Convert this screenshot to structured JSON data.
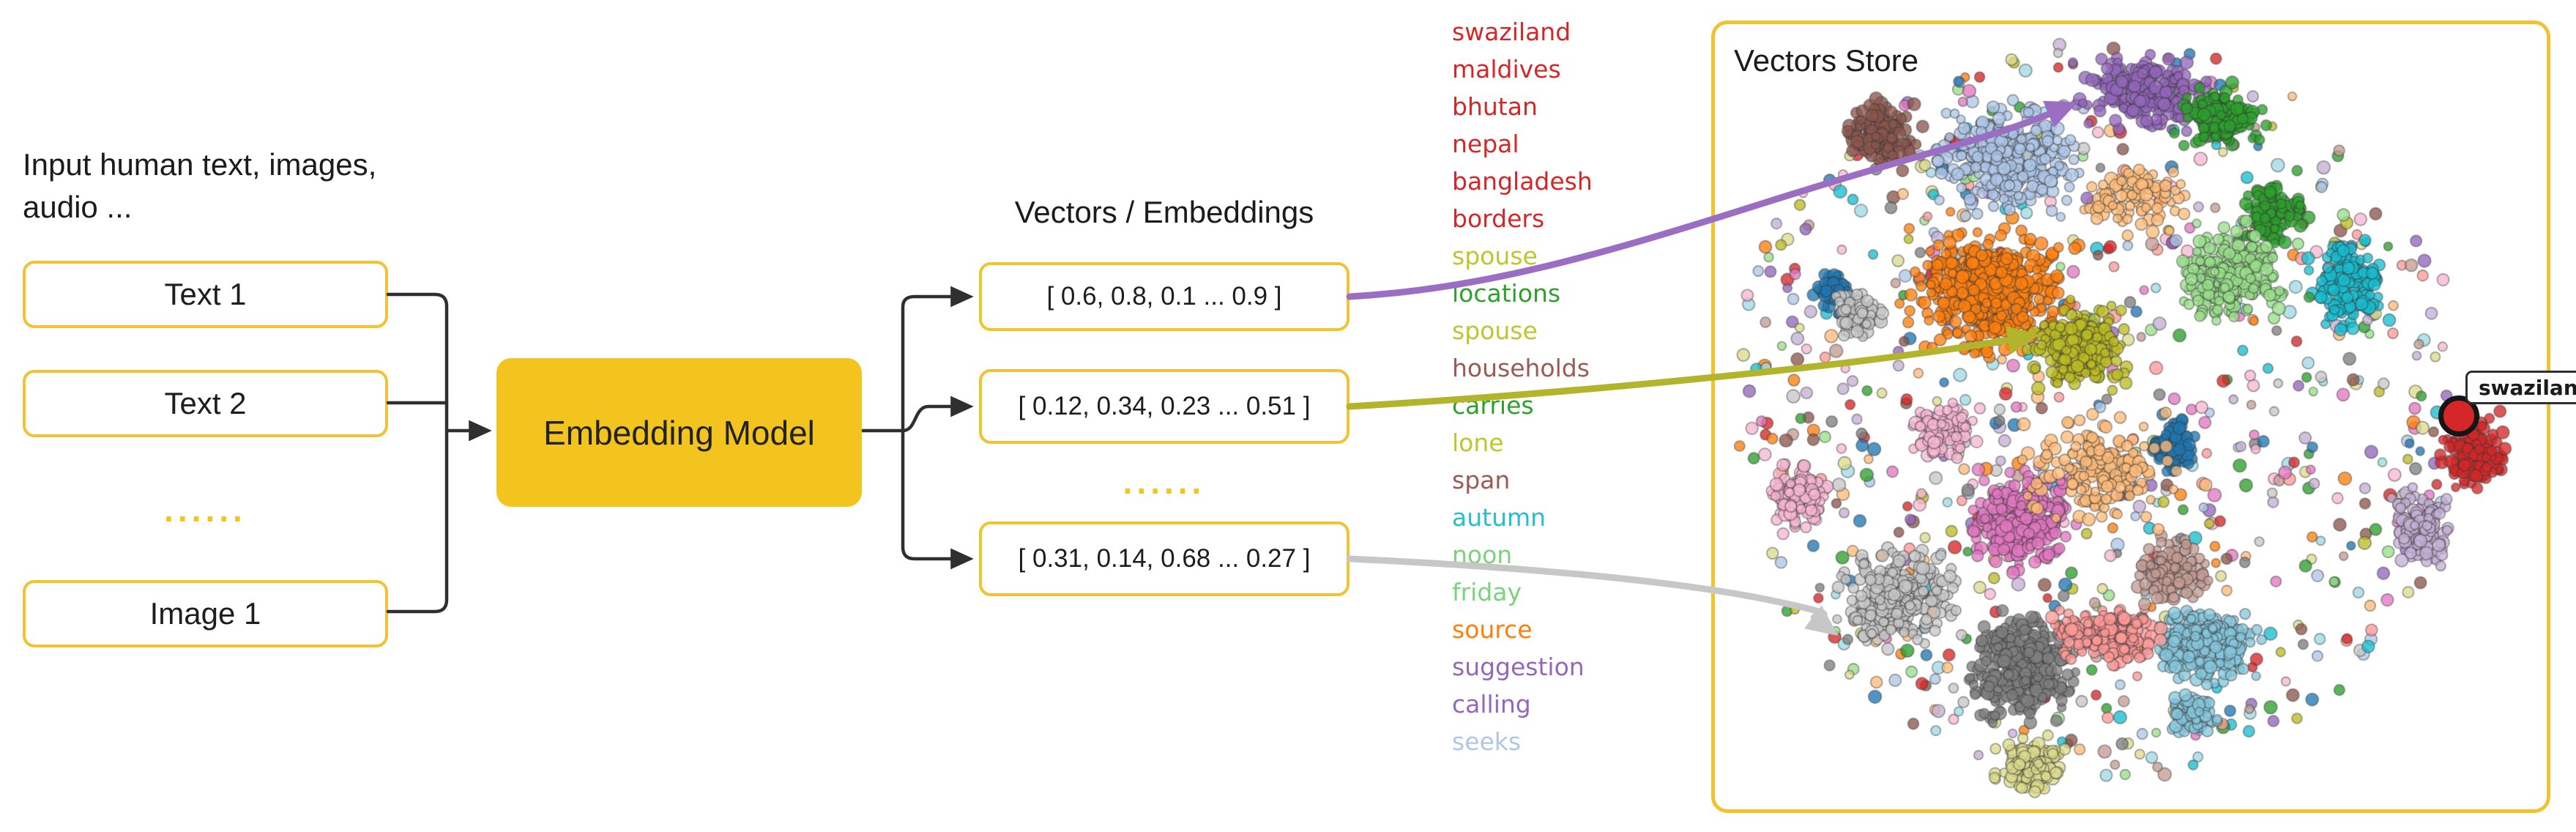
{
  "colors": {
    "accent_yellow_fill": "#F4C41E",
    "accent_yellow_border": "#F2C330",
    "connector_dark": "#2F2F2F",
    "arrow_purple": "#9B6EC3",
    "arrow_olive": "#B2B52B",
    "arrow_gray": "#C7C7C7",
    "highlight_red": "#D62728"
  },
  "input": {
    "caption": "Input human text, images,\naudio ...",
    "items": [
      {
        "label": "Text 1",
        "type": "box"
      },
      {
        "label": "Text 2",
        "type": "box"
      },
      {
        "label": "......",
        "type": "dots"
      },
      {
        "label": "Image 1",
        "type": "box"
      }
    ]
  },
  "model": {
    "label": "Embedding Model"
  },
  "vectors": {
    "title": "Vectors / Embeddings",
    "items": [
      {
        "label": "[ 0.6, 0.8, 0.1 ... 0.9 ]",
        "type": "box"
      },
      {
        "label": "[ 0.12, 0.34, 0.23 ... 0.51 ]",
        "type": "box"
      },
      {
        "label": "......",
        "type": "dots"
      },
      {
        "label": "[ 0.31, 0.14, 0.68 ... 0.27 ]",
        "type": "box"
      }
    ]
  },
  "word_list": [
    {
      "text": "swaziland",
      "color": "#d62728"
    },
    {
      "text": "maldives",
      "color": "#d62728"
    },
    {
      "text": "bhutan",
      "color": "#d62728"
    },
    {
      "text": "nepal",
      "color": "#d62728"
    },
    {
      "text": "bangladesh",
      "color": "#d62728"
    },
    {
      "text": "borders",
      "color": "#d62728"
    },
    {
      "text": "spouse",
      "color": "#bdc62e"
    },
    {
      "text": "locations",
      "color": "#2da12c"
    },
    {
      "text": "spouse",
      "color": "#bdc62e"
    },
    {
      "text": "households",
      "color": "#9d5a52"
    },
    {
      "text": "carries",
      "color": "#2da12c"
    },
    {
      "text": "lone",
      "color": "#bdc62e"
    },
    {
      "text": "span",
      "color": "#9d5a52"
    },
    {
      "text": "autumn",
      "color": "#25bfd0"
    },
    {
      "text": "noon",
      "color": "#7ed17e"
    },
    {
      "text": "friday",
      "color": "#7ed17e"
    },
    {
      "text": "source",
      "color": "#ff7f0e"
    },
    {
      "text": "suggestion",
      "color": "#9467bd"
    },
    {
      "text": "calling",
      "color": "#9467bd"
    },
    {
      "text": "seeks",
      "color": "#aec7e8"
    }
  ],
  "store": {
    "title": "Vectors Store",
    "tooltip": "swaziland"
  },
  "scatter": {
    "seed": 42,
    "dot_radius": 7.2,
    "noise": {
      "n": 820,
      "cx": 0.46,
      "cy": 0.49,
      "rx": 0.445,
      "ry": 0.475,
      "palette": [
        "#aec7e8",
        "#1f77b4",
        "#ff7f0e",
        "#ffbb78",
        "#2ca02c",
        "#98df8a",
        "#d62728",
        "#ff9896",
        "#9467bd",
        "#c5b0d5",
        "#8c564b",
        "#c49c94",
        "#e377c2",
        "#f7b6d2",
        "#7f7f7f",
        "#c7c7c7",
        "#bcbd22",
        "#dbdb8d",
        "#17becf",
        "#9edae5"
      ]
    },
    "clusters": [
      {
        "c": "#aec7e8",
        "x": 0.35,
        "y": 0.17,
        "rx": 0.11,
        "ry": 0.09,
        "n": 300
      },
      {
        "c": "#8c564b",
        "x": 0.2,
        "y": 0.14,
        "rx": 0.05,
        "ry": 0.06,
        "n": 150
      },
      {
        "c": "#9467bd",
        "x": 0.52,
        "y": 0.09,
        "rx": 0.1,
        "ry": 0.06,
        "n": 230
      },
      {
        "c": "#2ca02c",
        "x": 0.61,
        "y": 0.12,
        "rx": 0.06,
        "ry": 0.05,
        "n": 140
      },
      {
        "c": "#2ca02c",
        "x": 0.67,
        "y": 0.24,
        "rx": 0.05,
        "ry": 0.06,
        "n": 110
      },
      {
        "c": "#17becf",
        "x": 0.76,
        "y": 0.33,
        "rx": 0.055,
        "ry": 0.07,
        "n": 170
      },
      {
        "c": "#ff7f0e",
        "x": 0.33,
        "y": 0.34,
        "rx": 0.12,
        "ry": 0.1,
        "n": 460
      },
      {
        "c": "#bcbd22",
        "x": 0.44,
        "y": 0.41,
        "rx": 0.07,
        "ry": 0.065,
        "n": 280
      },
      {
        "c": "#98df8a",
        "x": 0.62,
        "y": 0.32,
        "rx": 0.085,
        "ry": 0.075,
        "n": 260
      },
      {
        "c": "#1f77b4",
        "x": 0.55,
        "y": 0.54,
        "rx": 0.032,
        "ry": 0.045,
        "n": 90
      },
      {
        "c": "#1f77b4",
        "x": 0.14,
        "y": 0.34,
        "rx": 0.03,
        "ry": 0.035,
        "n": 50
      },
      {
        "c": "#f7b6d2",
        "x": 0.1,
        "y": 0.6,
        "rx": 0.05,
        "ry": 0.055,
        "n": 130
      },
      {
        "c": "#e377c2",
        "x": 0.37,
        "y": 0.63,
        "rx": 0.08,
        "ry": 0.075,
        "n": 300
      },
      {
        "c": "#c7c7c7",
        "x": 0.22,
        "y": 0.73,
        "rx": 0.085,
        "ry": 0.08,
        "n": 280
      },
      {
        "c": "#c7c7c7",
        "x": 0.17,
        "y": 0.37,
        "rx": 0.035,
        "ry": 0.04,
        "n": 70
      },
      {
        "c": "#7f7f7f",
        "x": 0.37,
        "y": 0.82,
        "rx": 0.08,
        "ry": 0.09,
        "n": 320
      },
      {
        "c": "#85c6dc",
        "x": 0.59,
        "y": 0.79,
        "rx": 0.075,
        "ry": 0.055,
        "n": 280
      },
      {
        "c": "#85c6dc",
        "x": 0.575,
        "y": 0.88,
        "rx": 0.04,
        "ry": 0.035,
        "n": 90
      },
      {
        "c": "#dbdb8d",
        "x": 0.38,
        "y": 0.945,
        "rx": 0.05,
        "ry": 0.045,
        "n": 150
      },
      {
        "c": "#c5b0d5",
        "x": 0.85,
        "y": 0.64,
        "rx": 0.045,
        "ry": 0.06,
        "n": 120
      },
      {
        "c": "#ff9896",
        "x": 0.47,
        "y": 0.78,
        "rx": 0.08,
        "ry": 0.05,
        "n": 170
      },
      {
        "c": "#c49c94",
        "x": 0.55,
        "y": 0.7,
        "rx": 0.06,
        "ry": 0.05,
        "n": 140
      },
      {
        "c": "#ffbb78",
        "x": 0.46,
        "y": 0.57,
        "rx": 0.11,
        "ry": 0.09,
        "n": 170
      },
      {
        "c": "#ffbb78",
        "x": 0.5,
        "y": 0.22,
        "rx": 0.09,
        "ry": 0.06,
        "n": 90
      },
      {
        "c": "#f7b6d2",
        "x": 0.28,
        "y": 0.52,
        "rx": 0.06,
        "ry": 0.05,
        "n": 90
      },
      {
        "c": "#d62728",
        "x": 0.915,
        "y": 0.55,
        "rx": 0.05,
        "ry": 0.06,
        "n": 140
      }
    ]
  }
}
